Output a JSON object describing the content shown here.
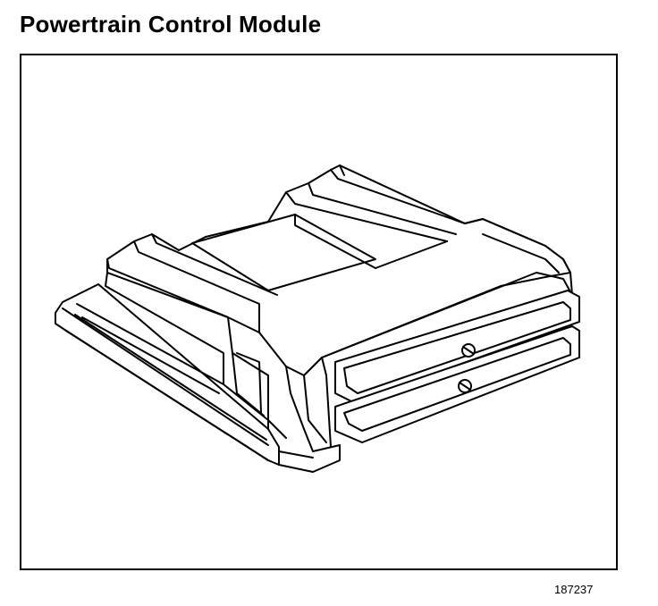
{
  "title": "Powertrain Control Module",
  "figure_number": "187237",
  "illustration": {
    "subject": "powertrain-control-module",
    "style": "black-line-drawing"
  }
}
